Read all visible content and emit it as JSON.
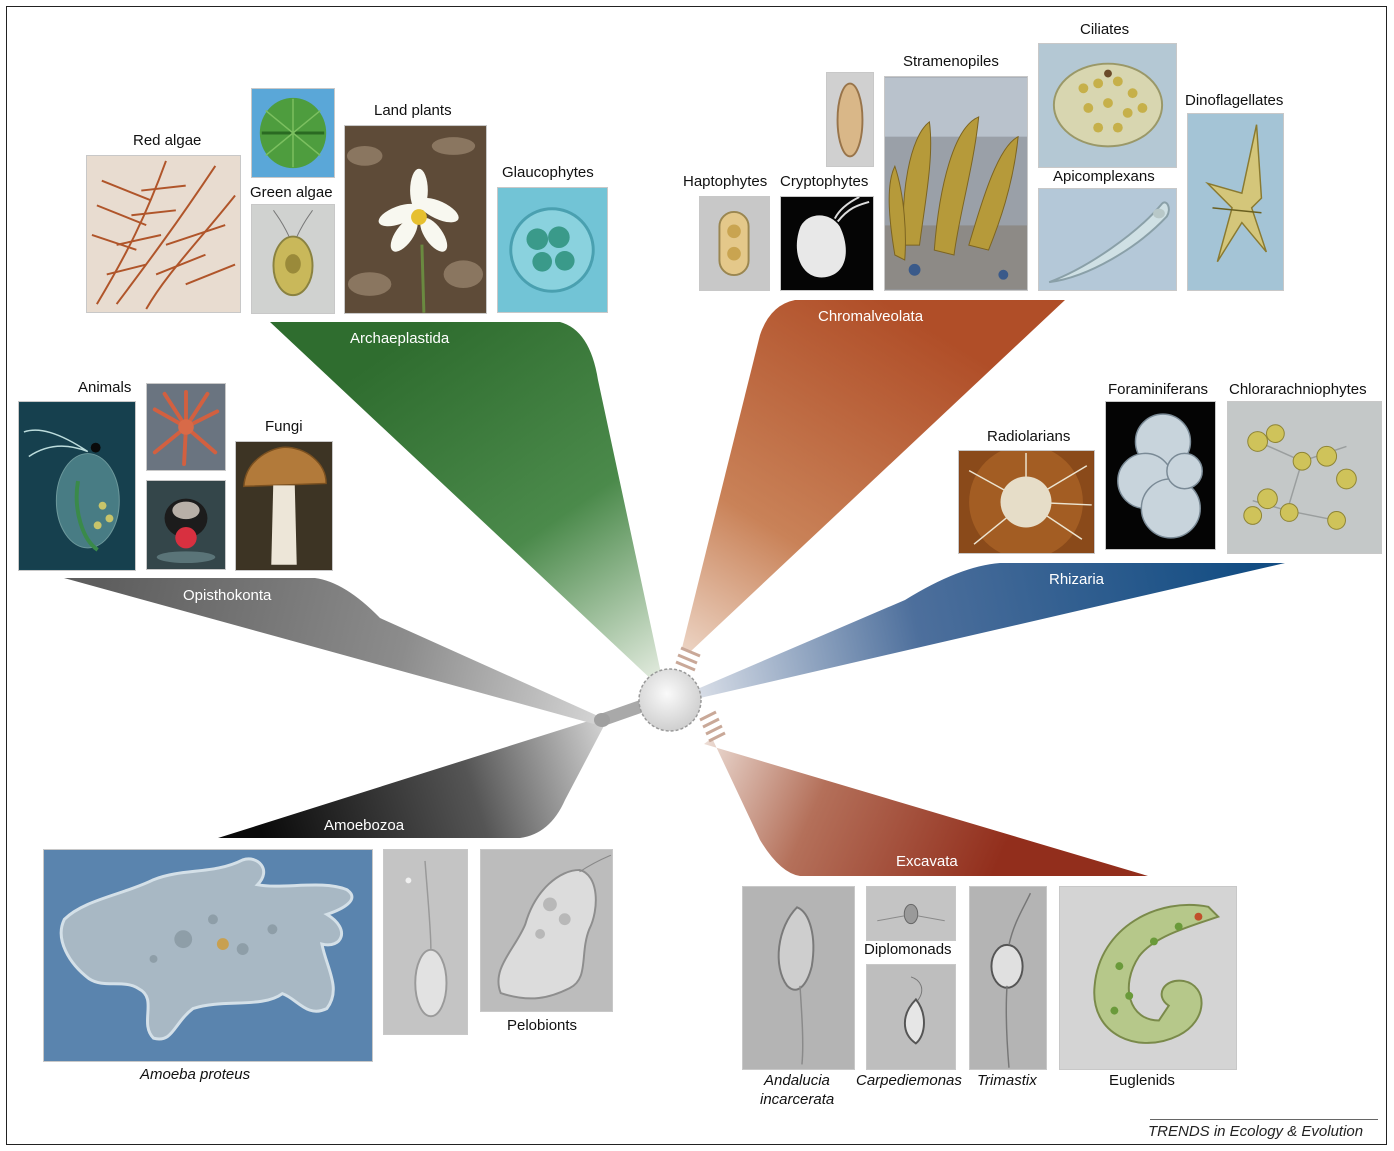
{
  "credit": "TRENDS in Ecology & Evolution",
  "clades": {
    "archaeplastida": "Archaeplastida",
    "chromalveolata": "Chromalveolata",
    "rhizaria": "Rhizaria",
    "excavata": "Excavata",
    "amoebozoa": "Amoebozoa",
    "opisthokonta": "Opisthokonta"
  },
  "clade_colors": {
    "archaeplastida": "#3a7a3a",
    "chromalveolata": "#b5532c",
    "rhizaria": "#1e5a8e",
    "excavata": "#9a3a22",
    "amoebozoa": "#111111",
    "opisthokonta": "#6a6a6a"
  },
  "organisms": {
    "red_algae": "Red algae",
    "green_algae": "Green algae",
    "land_plants": "Land plants",
    "glaucophytes": "Glaucophytes",
    "haptophytes": "Haptophytes",
    "cryptophytes": "Cryptophytes",
    "stramenopiles": "Stramenopiles",
    "ciliates": "Ciliates",
    "apicomplexans": "Apicomplexans",
    "dinoflagellates": "Dinoflagellates",
    "radiolarians": "Radiolarians",
    "foraminiferans": "Foraminiferans",
    "chlorarachniophytes": "Chlorarachniophytes",
    "animals": "Animals",
    "fungi": "Fungi",
    "pelobionts": "Pelobionts",
    "amoeba_proteus": "Amoeba proteus",
    "andalucia_1": "Andalucia",
    "andalucia_2": "incarcerata",
    "diplomonads": "Diplomonads",
    "carpediemonas": "Carpediemonas",
    "trimastix": "Trimastix",
    "euglenids": "Euglenids"
  }
}
